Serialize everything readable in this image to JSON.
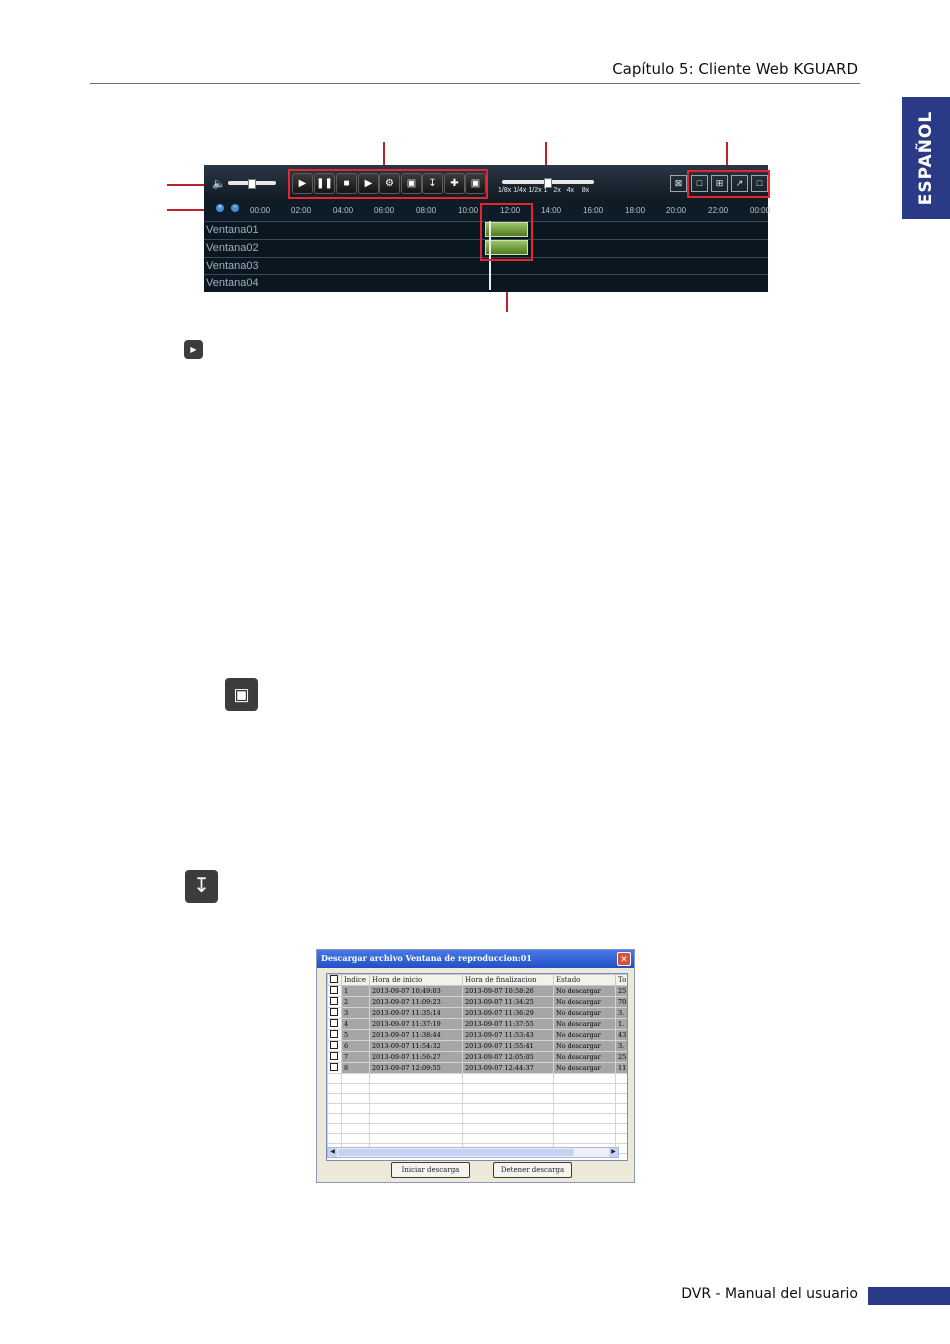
{
  "header": {
    "chapter": "Capítulo 5: Cliente Web KGUARD",
    "language_tab": "ESPAÑOL"
  },
  "footer": {
    "text": "DVR - Manual del usuario"
  },
  "player": {
    "speed_labels": [
      "1/8x",
      "1/4x",
      "1/2x",
      "1",
      "2x",
      "4x",
      "8x"
    ],
    "timeline_ticks": [
      "00:00",
      "02:00",
      "04:00",
      "06:00",
      "08:00",
      "10:00",
      "12:00",
      "14:00",
      "16:00",
      "18:00",
      "20:00",
      "22:00",
      "00:00"
    ],
    "channels": [
      "Ventana01",
      "Ventana02",
      "Ventana03",
      "Ventana04"
    ]
  },
  "dialog": {
    "title": "Descargar archivo Ventana de reproduccion:01",
    "columns": [
      "Indice",
      "Hora de inicio",
      "Hora de finalizacion",
      "Estado",
      "To"
    ],
    "rows": [
      [
        "1",
        "2013-09-07 10:49:03",
        "2013-09-07 10:58:26",
        "No descargar",
        "25"
      ],
      [
        "2",
        "2013-09-07 11:09:23",
        "2013-09-07 11:34:25",
        "No descargar",
        "70"
      ],
      [
        "3",
        "2013-09-07 11:35:14",
        "2013-09-07 11:36:29",
        "No descargar",
        "3."
      ],
      [
        "4",
        "2013-09-07 11:37:19",
        "2013-09-07 11:37:55",
        "No descargar",
        "1."
      ],
      [
        "5",
        "2013-09-07 11:38:44",
        "2013-09-07 11:53:43",
        "No descargar",
        "43"
      ],
      [
        "6",
        "2013-09-07 11:54:32",
        "2013-09-07 11:55:41",
        "No descargar",
        "3."
      ],
      [
        "7",
        "2013-09-07 11:56:27",
        "2013-09-07 12:05:05",
        "No descargar",
        "25"
      ],
      [
        "8",
        "2013-09-07 12:09:55",
        "2013-09-07 12:44:37",
        "No descargar",
        "11"
      ]
    ],
    "start_button": "Iniciar descarga",
    "stop_button": "Detener descarga"
  }
}
